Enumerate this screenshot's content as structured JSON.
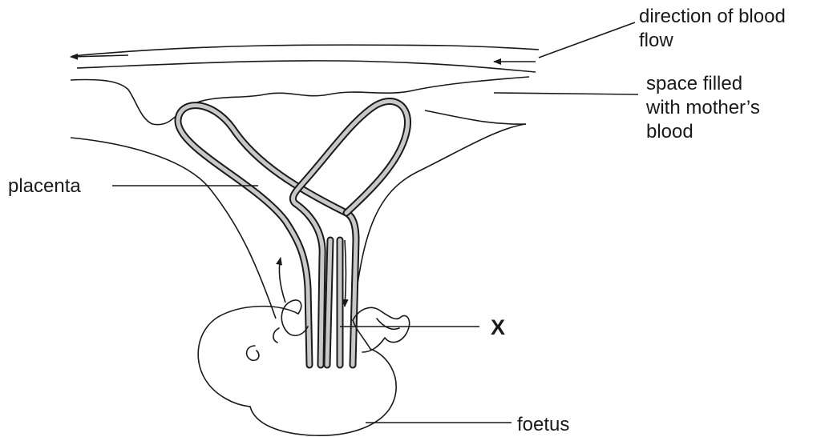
{
  "labels": {
    "blood_flow": [
      "direction of blood",
      "flow"
    ],
    "maternal_space": [
      "space filled",
      "with mother’s",
      "blood"
    ],
    "placenta": "placenta",
    "x": "X",
    "foetus": "foetus"
  },
  "colors": {
    "ink": "#1a1a1a",
    "vessel_fill": "#c8c8c8",
    "background": "#ffffff"
  }
}
